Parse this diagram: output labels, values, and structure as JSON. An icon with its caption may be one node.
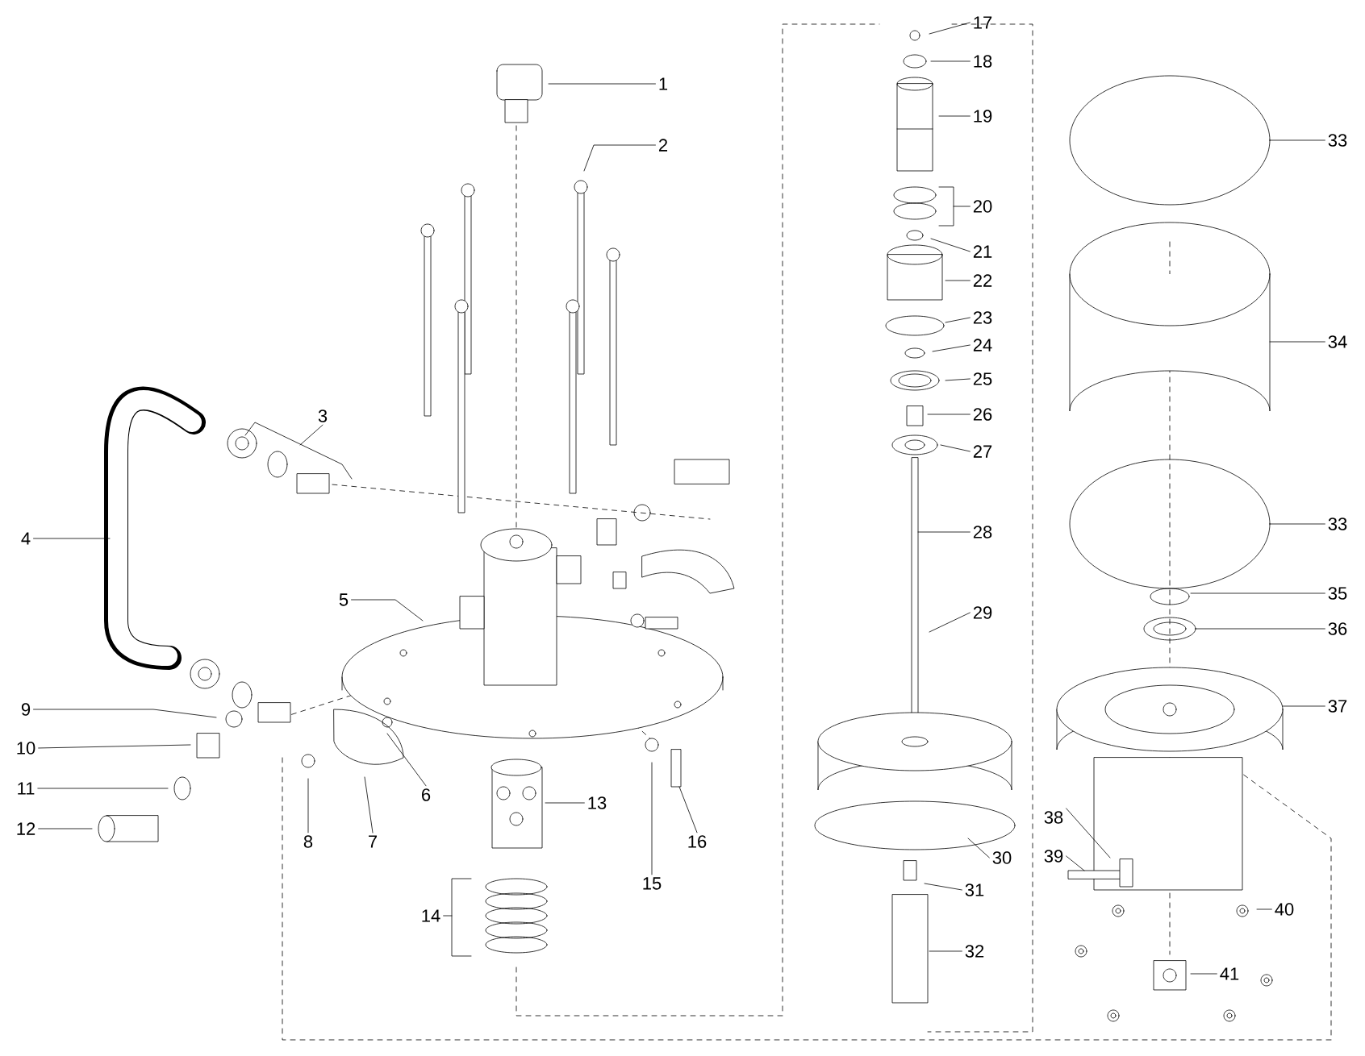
{
  "diagram": {
    "nodes": [
      {
        "text": [
          "1"
        ]
      },
      {
        "text": [
          "2"
        ]
      },
      {
        "text": [
          "3"
        ]
      },
      {
        "text": [
          "4"
        ]
      },
      {
        "text": [
          "5"
        ]
      },
      {
        "text": [
          "6"
        ]
      },
      {
        "text": [
          "7"
        ]
      },
      {
        "text": [
          "8"
        ]
      },
      {
        "text": [
          "9"
        ]
      },
      {
        "text": [
          "10"
        ]
      },
      {
        "text": [
          "11"
        ]
      },
      {
        "text": [
          "12"
        ]
      },
      {
        "text": [
          "13"
        ]
      },
      {
        "text": [
          "14"
        ]
      },
      {
        "text": [
          "15"
        ]
      },
      {
        "text": [
          "16"
        ]
      },
      {
        "text": [
          "17"
        ]
      },
      {
        "text": [
          "18"
        ]
      },
      {
        "text": [
          "19"
        ]
      },
      {
        "text": [
          "20"
        ]
      },
      {
        "text": [
          "21"
        ]
      },
      {
        "text": [
          "22"
        ]
      },
      {
        "text": [
          "23"
        ]
      },
      {
        "text": [
          "24"
        ]
      },
      {
        "text": [
          "25"
        ]
      },
      {
        "text": [
          "26"
        ]
      },
      {
        "text": [
          "27"
        ]
      },
      {
        "text": [
          "28"
        ]
      },
      {
        "text": [
          "29"
        ]
      },
      {
        "text": [
          "30"
        ]
      },
      {
        "text": [
          "31"
        ]
      },
      {
        "text": [
          "32"
        ]
      },
      {
        "text": [
          "33"
        ]
      },
      {
        "text": [
          "34"
        ]
      },
      {
        "text": [
          "33"
        ]
      },
      {
        "text": [
          "35"
        ]
      },
      {
        "text": [
          "36"
        ]
      },
      {
        "text": [
          "37"
        ]
      },
      {
        "text": [
          "38"
        ]
      },
      {
        "text": [
          "39"
        ]
      },
      {
        "text": [
          "40"
        ]
      },
      {
        "text": [
          "41"
        ]
      }
    ],
    "edges": [
      {
        "from": 0,
        "to": null,
        "arrow": "none"
      },
      {
        "from": 1,
        "to": null,
        "arrow": "none"
      },
      {
        "from": 2,
        "to": null,
        "arrow": "none"
      },
      {
        "from": 3,
        "to": null,
        "arrow": "none"
      },
      {
        "from": 4,
        "to": null,
        "arrow": "none"
      },
      {
        "from": 5,
        "to": null,
        "arrow": "none"
      },
      {
        "from": 6,
        "to": null,
        "arrow": "none"
      },
      {
        "from": 7,
        "to": null,
        "arrow": "none"
      },
      {
        "from": 8,
        "to": null,
        "arrow": "none"
      },
      {
        "from": 9,
        "to": null,
        "arrow": "none"
      },
      {
        "from": 10,
        "to": null,
        "arrow": "none"
      },
      {
        "from": 11,
        "to": null,
        "arrow": "none"
      },
      {
        "from": 12,
        "to": null,
        "arrow": "none"
      },
      {
        "from": 13,
        "to": null,
        "arrow": "none"
      },
      {
        "from": 14,
        "to": null,
        "arrow": "none"
      },
      {
        "from": 15,
        "to": null,
        "arrow": "none"
      },
      {
        "from": 16,
        "to": null,
        "arrow": "none"
      },
      {
        "from": 17,
        "to": null,
        "arrow": "none"
      },
      {
        "from": 18,
        "to": null,
        "arrow": "none"
      },
      {
        "from": 19,
        "to": null,
        "arrow": "none"
      },
      {
        "from": 20,
        "to": null,
        "arrow": "none"
      },
      {
        "from": 21,
        "to": null,
        "arrow": "none"
      },
      {
        "from": 22,
        "to": null,
        "arrow": "none"
      },
      {
        "from": 23,
        "to": null,
        "arrow": "none"
      },
      {
        "from": 24,
        "to": null,
        "arrow": "none"
      },
      {
        "from": 25,
        "to": null,
        "arrow": "none"
      },
      {
        "from": 26,
        "to": null,
        "arrow": "none"
      },
      {
        "from": 27,
        "to": null,
        "arrow": "none"
      },
      {
        "from": 28,
        "to": null,
        "arrow": "none"
      },
      {
        "from": 29,
        "to": null,
        "arrow": "none"
      },
      {
        "from": 30,
        "to": null,
        "arrow": "none"
      },
      {
        "from": 31,
        "to": null,
        "arrow": "none"
      },
      {
        "from": 32,
        "to": null,
        "arrow": "none"
      },
      {
        "from": 33,
        "to": null,
        "arrow": "none"
      },
      {
        "from": 34,
        "to": null,
        "arrow": "none"
      },
      {
        "from": 35,
        "to": null,
        "arrow": "none"
      },
      {
        "from": 36,
        "to": null,
        "arrow": "none"
      },
      {
        "from": 37,
        "to": null,
        "arrow": "none"
      },
      {
        "from": 38,
        "to": null,
        "arrow": "none"
      },
      {
        "from": 39,
        "to": null,
        "arrow": "none"
      },
      {
        "from": 40,
        "to": null,
        "arrow": "none"
      },
      {
        "from": 41,
        "to": null,
        "arrow": "none"
      }
    ]
  }
}
